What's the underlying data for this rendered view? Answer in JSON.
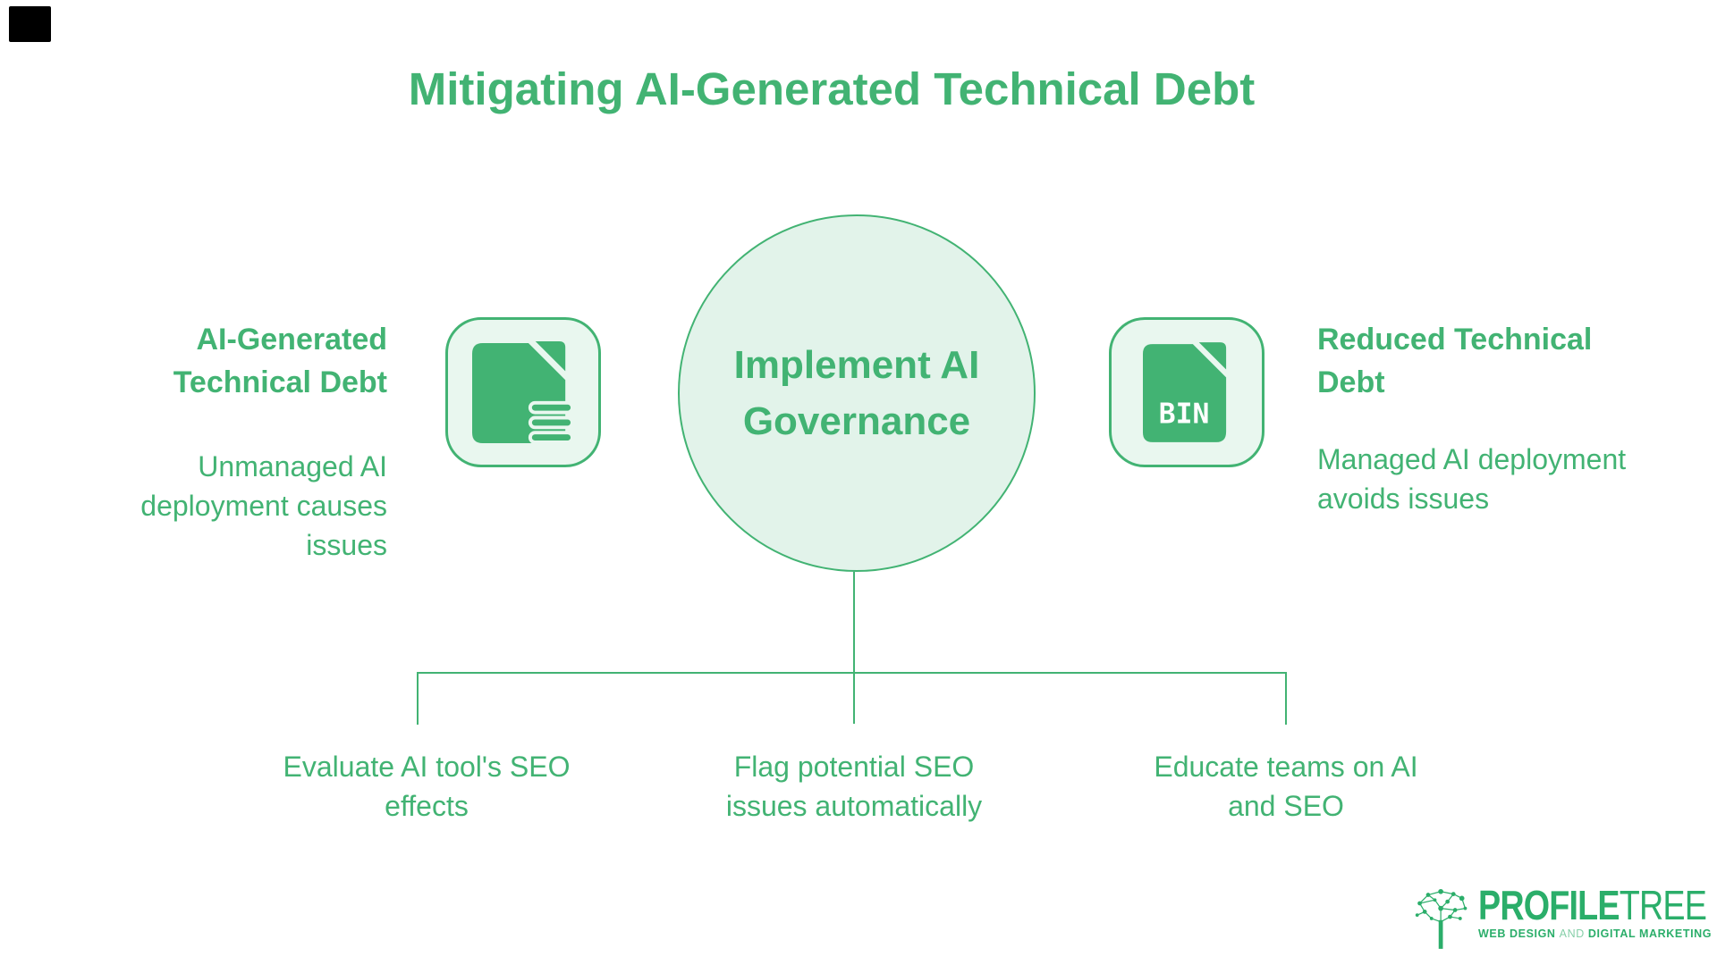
{
  "title": "Mitigating AI-Generated Technical Debt",
  "colors": {
    "green": "#42b373",
    "circle_fill": "#e2f3ea",
    "box_fill": "#e9f7ef",
    "logo_green": "#2bae6a"
  },
  "center_node": {
    "lines": [
      "Implement AI",
      "Governance"
    ]
  },
  "left_item": {
    "icon": "document-icon",
    "heading_lines": [
      "AI-Generated",
      "Technical Debt"
    ],
    "description_lines": [
      "Unmanaged AI",
      "deployment causes",
      "issues"
    ]
  },
  "right_item": {
    "icon": "bin-file-icon",
    "icon_label": "BIN",
    "heading_lines": [
      "Reduced Technical",
      "Debt"
    ],
    "description_lines": [
      "Managed AI deployment",
      "avoids issues"
    ]
  },
  "branches": [
    {
      "lines": [
        "Evaluate AI tool's SEO",
        "effects"
      ]
    },
    {
      "lines": [
        "Flag potential SEO",
        "issues automatically"
      ]
    },
    {
      "lines": [
        "Educate teams on AI",
        "and SEO"
      ]
    }
  ],
  "logo": {
    "brand_bold": "PROFILE",
    "brand_light": "TREE",
    "tagline_part1": "WEB DESIGN",
    "tagline_part2": "AND",
    "tagline_part3": "DIGITAL MARKETING"
  }
}
